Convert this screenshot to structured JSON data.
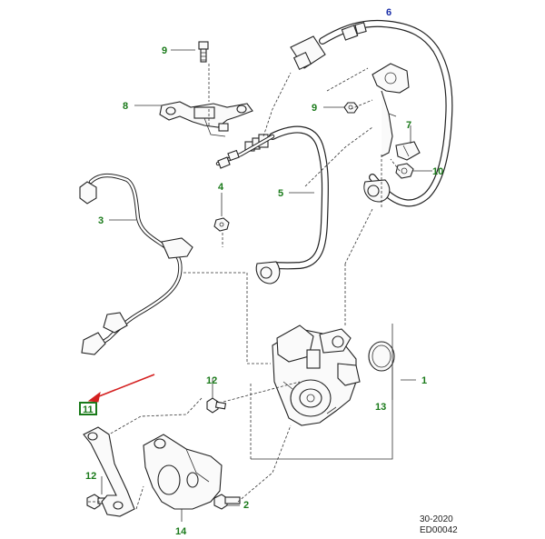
{
  "callouts": {
    "c1": "1",
    "c2": "2",
    "c3": "3",
    "c4": "4",
    "c5": "5",
    "c6": "6",
    "c7": "7",
    "c8": "8",
    "c9a": "9",
    "c9b": "9",
    "c10": "10",
    "c11": "11",
    "c12a": "12",
    "c12b": "12",
    "c13": "13",
    "c14": "14"
  },
  "footer": {
    "ref_line1": "30-2020",
    "ref_line2": "ED00042"
  },
  "colors": {
    "callout_text": "#1a7a1a",
    "callout_6_text": "#1a2ea8",
    "highlight_box": "#1a7a1a",
    "arrow": "#d42020"
  }
}
